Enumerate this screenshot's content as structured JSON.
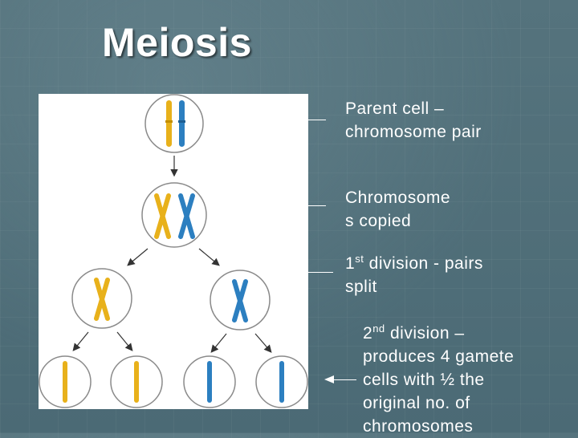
{
  "title": "Meiosis",
  "colors": {
    "yellow_chromosome": "#e8b11b",
    "blue_chromosome": "#2c7fc0",
    "cell_outline": "#8a8a8a",
    "arrow": "#333333",
    "text": "#ffffff"
  },
  "labels": {
    "parent": {
      "line1": "Parent cell –",
      "line2": "chromosome pair"
    },
    "copied": {
      "line1": "Chromosome",
      "line2": "s copied"
    },
    "first_division": {
      "ordinal": "1",
      "suffix": "st",
      "rest": " division - pairs",
      "line2": "split"
    },
    "second_division": {
      "ordinal": "2",
      "suffix": "nd",
      "rest": " division –",
      "line2": "produces 4 gamete",
      "line3": "cells with ½ the",
      "line4": "original no. of",
      "line5": "chromosomes"
    }
  }
}
